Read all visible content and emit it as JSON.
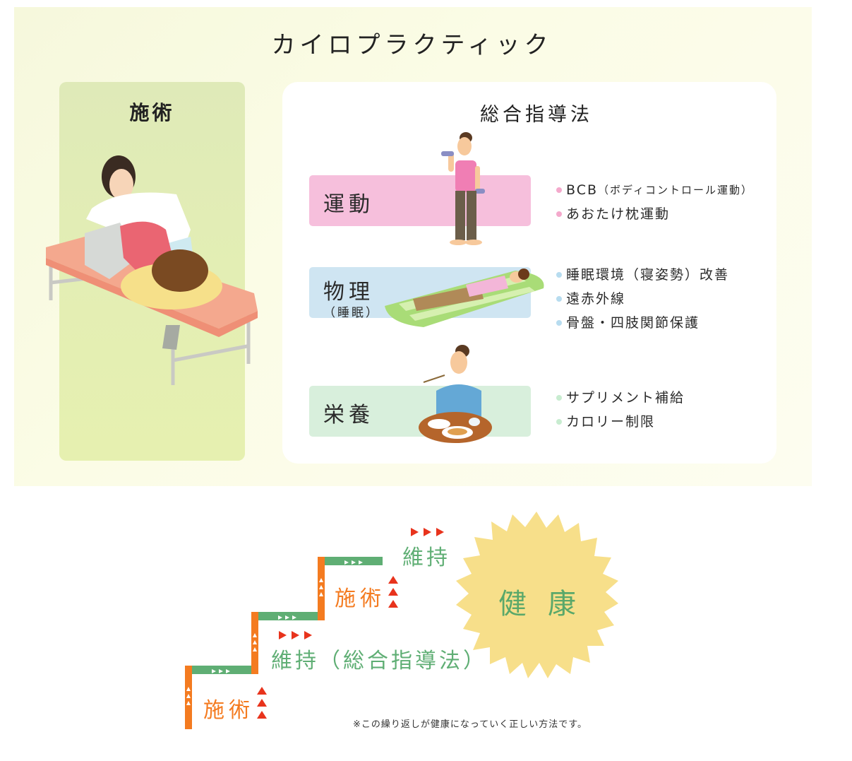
{
  "title": "カイロプラクティック",
  "treatment": {
    "title": "施術",
    "illustration": "chiropractor-treating-patient-on-table"
  },
  "guidance": {
    "title": "総合指導法",
    "categories": [
      {
        "label": "運動",
        "sub": "",
        "band_color": "#f6bfdc",
        "bullet_color": "#f4a9cc",
        "illustration": "woman-with-dumbbells",
        "items": [
          {
            "main": "BCB",
            "paren": "（ボディコントロール運動）"
          },
          {
            "main": "あおたけ枕運動",
            "paren": ""
          }
        ]
      },
      {
        "label": "物理",
        "sub": "（睡眠）",
        "band_color": "#cfe5f2",
        "bullet_color": "#b7dcef",
        "illustration": "person-lying-on-mat",
        "items": [
          {
            "main": "睡眠環境（寝姿勢）改善",
            "paren": ""
          },
          {
            "main": "遠赤外線",
            "paren": ""
          },
          {
            "main": "骨盤・四肢関節保護",
            "paren": ""
          }
        ]
      },
      {
        "label": "栄養",
        "sub": "",
        "band_color": "#d8efdc",
        "bullet_color": "#c8ecd0",
        "illustration": "woman-eating-meal",
        "items": [
          {
            "main": "サプリメント補給",
            "paren": ""
          },
          {
            "main": "カロリー制限",
            "paren": ""
          }
        ]
      }
    ]
  },
  "steps": {
    "step1": "施術",
    "step2": "維持（総合指導法）",
    "step3": "施術",
    "step4": "維持",
    "goal": "健康",
    "note": "※この繰り返しが健康になっていく正しい方法です。"
  },
  "colors": {
    "orange": "#f47b20",
    "green": "#5fae74",
    "red_arrow": "#e8331c",
    "burst": "#f7df8a"
  }
}
